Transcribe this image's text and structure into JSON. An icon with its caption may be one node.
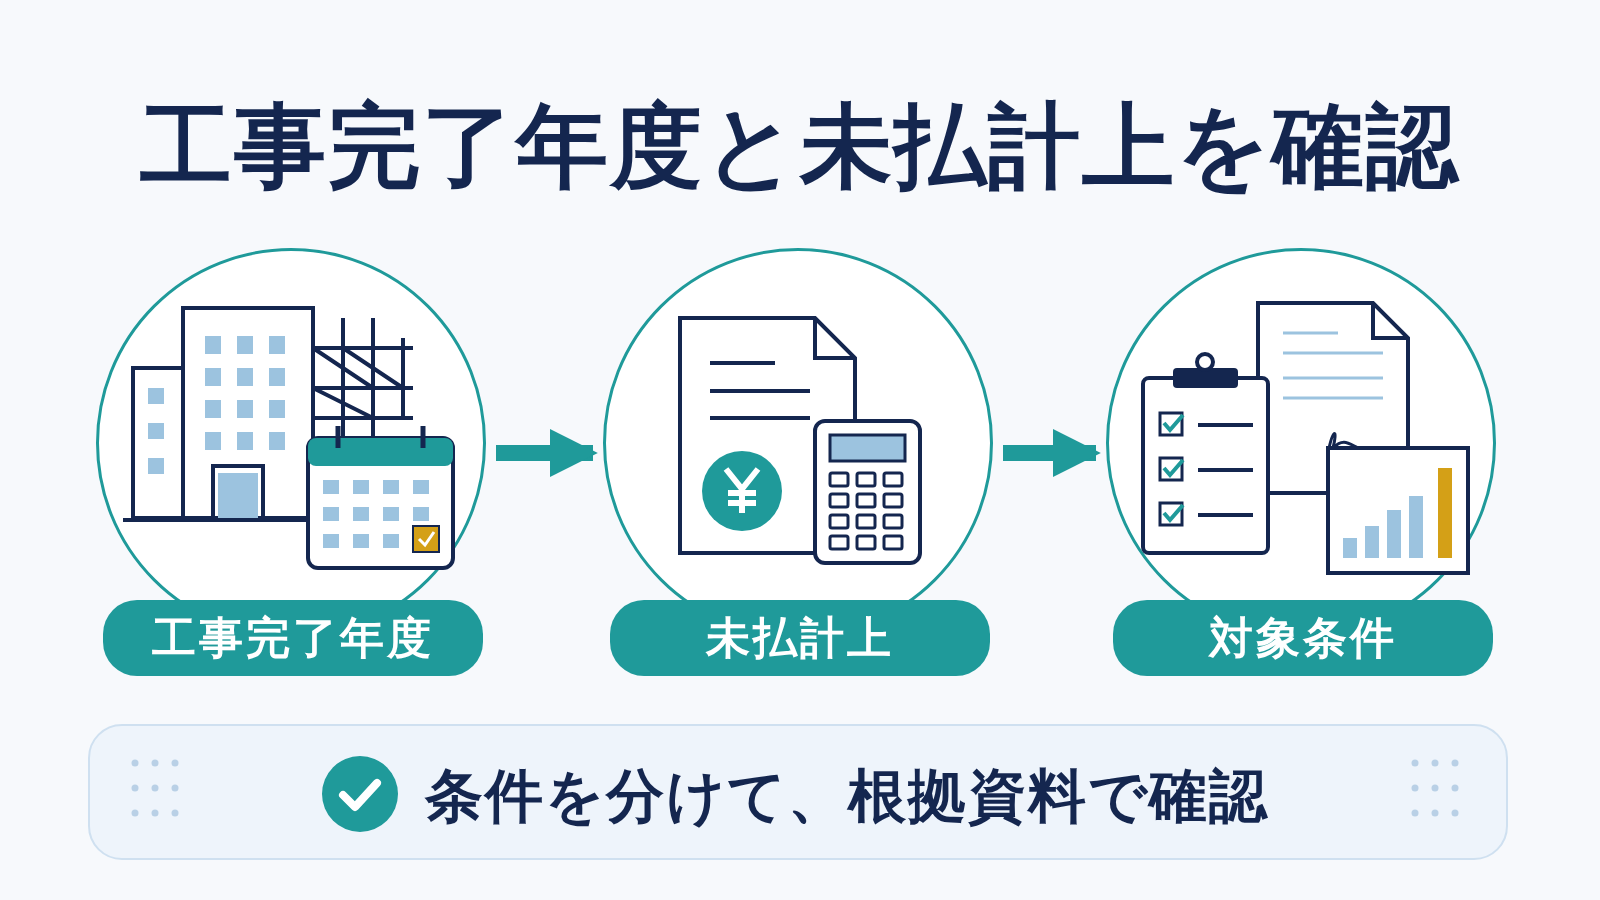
{
  "diagram": {
    "title": "工事完了年度と未払計上を確認",
    "nodes": [
      {
        "text": [
          "工事完了年度"
        ]
      },
      {
        "text": [
          "未払計上"
        ]
      },
      {
        "text": [
          "対象条件"
        ]
      },
      {
        "text": [
          "条件を分けて、根拠資料で確認"
        ]
      }
    ],
    "edges": [
      {
        "from": 0,
        "to": 1,
        "arrow": "to"
      },
      {
        "from": 1,
        "to": 2,
        "arrow": "to"
      }
    ]
  }
}
